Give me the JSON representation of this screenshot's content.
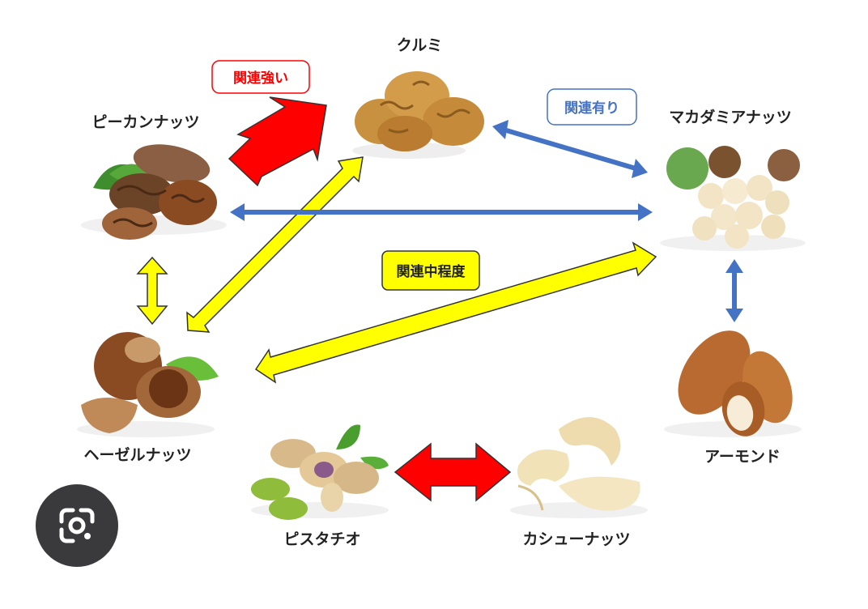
{
  "nodes": {
    "walnut": "クルミ",
    "pecan": "ピーカンナッツ",
    "macadamia": "マカダミアナッツ",
    "hazelnut": "ヘーゼルナッツ",
    "almond": "アーモンド",
    "pistachio": "ピスタチオ",
    "cashew": "カシューナッツ"
  },
  "relations": {
    "strong": "関連強い",
    "medium": "関連中程度",
    "some": "関連有り"
  },
  "colors": {
    "strong": "#ff0000",
    "medium": "#ffff00",
    "some": "#4472c4",
    "outline": "#333333"
  },
  "icons": {
    "lens": "google-lens-icon"
  }
}
